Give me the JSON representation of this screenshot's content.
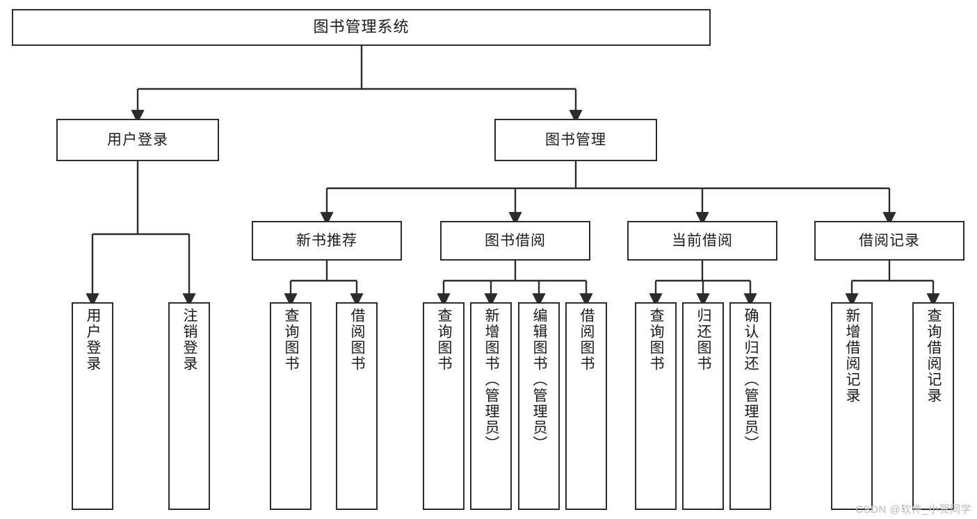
{
  "diagram": {
    "title": "图书管理系统",
    "type": "hierarchy-tree",
    "root": {
      "label": "图书管理系统"
    },
    "level1": [
      {
        "label": "用户登录"
      },
      {
        "label": "图书管理"
      }
    ],
    "level2": [
      {
        "label": "新书推荐"
      },
      {
        "label": "图书借阅"
      },
      {
        "label": "当前借阅"
      },
      {
        "label": "借阅记录"
      }
    ],
    "leaves": {
      "user_login": [
        {
          "label": "用户登录"
        },
        {
          "label": "注销登录"
        }
      ],
      "new_book_recommend": [
        {
          "label": "查询图书"
        },
        {
          "label": "借阅图书"
        }
      ],
      "book_borrow": [
        {
          "label": "查询图书"
        },
        {
          "label": "新增图书（管理员）"
        },
        {
          "label": "编辑图书（管理员）"
        },
        {
          "label": "借阅图书"
        }
      ],
      "current_borrow": [
        {
          "label": "查询图书"
        },
        {
          "label": "归还图书"
        },
        {
          "label": "确认归还（管理员）"
        }
      ],
      "borrow_record": [
        {
          "label": "新增借阅记录"
        },
        {
          "label": "查询借阅记录"
        }
      ]
    }
  },
  "watermark": {
    "text": "CSDN @软件_小贺同学"
  },
  "colors": {
    "stroke": "#2b2b2b",
    "fill": "#ffffff",
    "text": "#1a1a1a",
    "watermark": "#b9b9b9"
  }
}
